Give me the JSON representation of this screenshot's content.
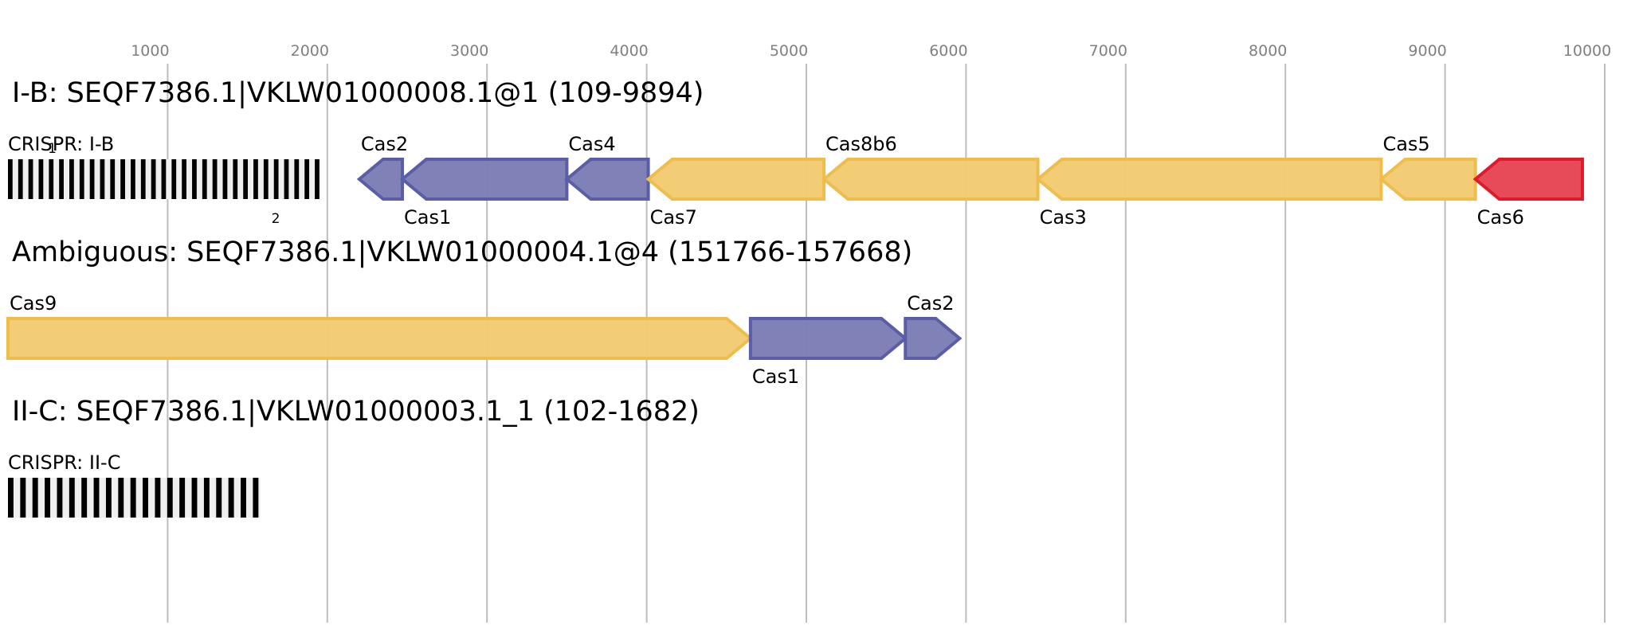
{
  "chart_data": {
    "type": "gene-map",
    "axis": {
      "ticks": [
        1000,
        2000,
        3000,
        4000,
        5000,
        6000,
        7000,
        8000,
        9000,
        10000
      ],
      "tick_labels": [
        "1000",
        "2000",
        "3000",
        "4000",
        "5000",
        "6000",
        "7000",
        "8000",
        "9000",
        "10000"
      ],
      "range": [
        0,
        10050
      ],
      "grid": true
    },
    "colors": {
      "adaptation_fill": "#7b7db5",
      "adaptation_stroke": "#5b5ea6",
      "effector_fill": "#f2cb72",
      "effector_stroke": "#efbd4b",
      "cas6_fill": "#e64555",
      "cas6_stroke": "#e11a2a",
      "crispr_dark": "#000000",
      "crispr_light": "#efefef"
    },
    "loci": [
      {
        "title": "I-B: SEQF7386.1|VKLW01000008.1@1 (109-9894)",
        "crispr": {
          "label": "CRISPR: I-B",
          "start": 0,
          "end": 1960,
          "repeats": 31,
          "markers": [
            {
              "text": "1",
              "pos": 250,
              "place": "above"
            },
            {
              "text": "2",
              "pos": 1650,
              "place": "below"
            }
          ]
        },
        "genes": [
          {
            "name": "Cas2",
            "start": 2200,
            "end": 2470,
            "strand": "-",
            "kind": "adaptation",
            "label_place": "above"
          },
          {
            "name": "Cas1",
            "start": 2470,
            "end": 3500,
            "strand": "-",
            "kind": "adaptation",
            "label_place": "below"
          },
          {
            "name": "Cas4",
            "start": 3500,
            "end": 4010,
            "strand": "-",
            "kind": "adaptation",
            "label_place": "above"
          },
          {
            "name": "Cas7",
            "start": 4010,
            "end": 5110,
            "strand": "-",
            "kind": "effector",
            "label_place": "below"
          },
          {
            "name": "Cas8b6",
            "start": 5110,
            "end": 6450,
            "strand": "-",
            "kind": "effector",
            "label_place": "above"
          },
          {
            "name": "Cas3",
            "start": 6450,
            "end": 8600,
            "strand": "-",
            "kind": "effector",
            "label_place": "below"
          },
          {
            "name": "Cas5",
            "start": 8600,
            "end": 9190,
            "strand": "-",
            "kind": "effector",
            "label_place": "above"
          },
          {
            "name": "Cas6",
            "start": 9190,
            "end": 9860,
            "strand": "-",
            "kind": "cas6",
            "label_place": "below"
          }
        ]
      },
      {
        "title": "Ambiguous: SEQF7386.1|VKLW01000004.1@4 (151766-157668)",
        "crispr": null,
        "genes": [
          {
            "name": "Cas9",
            "start": 0,
            "end": 4650,
            "strand": "+",
            "kind": "effector",
            "label_place": "above"
          },
          {
            "name": "Cas1",
            "start": 4650,
            "end": 5620,
            "strand": "+",
            "kind": "adaptation",
            "label_place": "below"
          },
          {
            "name": "Cas2",
            "start": 5620,
            "end": 5960,
            "strand": "+",
            "kind": "adaptation",
            "label_place": "above"
          }
        ]
      },
      {
        "title": "II-C: SEQF7386.1|VKLW01000003.1_1 (102-1682)",
        "crispr": {
          "label": "CRISPR: II-C",
          "start": 0,
          "end": 1580,
          "repeats": 21,
          "markers": []
        },
        "genes": []
      }
    ]
  }
}
